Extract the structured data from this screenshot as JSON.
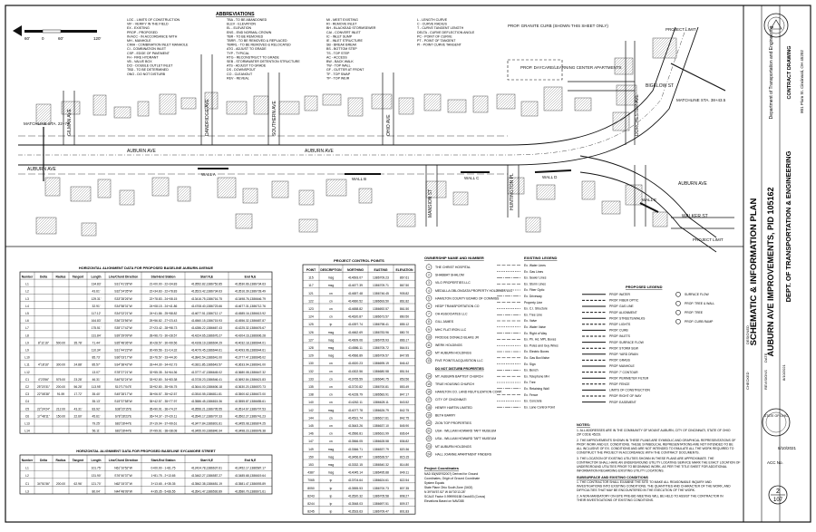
{
  "abbrev_title": "ABBREVIATIONS",
  "abbrev_cols": [
    [
      "LOC - LIMITS OF CONSTRUCTION",
      "VIF - VERIFY IN THE FIELD",
      "EX - EXISTING",
      "PROP - PROPOSED",
      "IN ACC - IN ACCORDANCE WITH",
      "MH - MANHOLE",
      "CIMH - COMBINATION INLET MANHOLE",
      "CI - COMBINATION INLET",
      "CSP - EDGE OF PAVEMENT",
      "FH - FIRE HYDRANT",
      "VB - VALVE BOX",
      "DCI - DOUBLE OUTLET INLET",
      "TBD - TO BE DETERMINED",
      "ONO - DO NOT DISTURB"
    ],
    [
      "TBA - TO BE ABANDONED",
      "ELEV - ELEVATION",
      "EL - ELEVATION",
      "ENS - END NORMAL CROWN",
      "TBR - TO BE REMOVED",
      "TBRR - TO BE REMOVED & REPLACED",
      "TBRRL - TO BE REMOVED & RELOCATED",
      "ATG - ADJUST TO GRADE",
      "TYP - TYPICAL",
      "RTG - RECONSTRUCT TO GRADE",
      "SEB - STORMWATER DETENTION STRUCTURE",
      "ATS - ADJUST TO GRADE",
      "DS - DOWNSPOUT",
      "CO - CLEANOUT",
      "REV - REVEAL"
    ],
    [
      "MI - MEET EXISTING",
      "RI - REMOVE INLET",
      "BH - BLACKEAD STORMSEWER",
      "CAI - CONVERT INLET",
      "IC - INLET SUMP",
      "IE - INLET STRUCTURE",
      "SB - BREAK BREAK",
      "BS - BOTTOM STEP",
      "TS - TOP STEP",
      "AC - ACCESS",
      "BW - BACK WALK",
      "TW - TOP WALL",
      "GF - GUTTER AT FRONT",
      "TF - TOP SWAP",
      "TP - TOP WEIR"
    ],
    [
      "L - LENGTH CURVE",
      "C - CURVE RADIUS",
      "T - CURVE TANGENT LENGTH",
      "DELTA - CURVE DEFLECTION ANGLE",
      "PC - POINT OF CURVE",
      "PT - POINT OF TANGENT",
      "PI - POINT CURVE TANGENT"
    ]
  ],
  "scale_labels": [
    "60'",
    "0",
    "60'",
    "120'"
  ],
  "plan_labels": {
    "granite_curb": "PROP. GRANITE CURB (SHOWN THIS SHEET ONLY)",
    "condo": "PROP. DAYCARE/LEARNING CENTER APARTMENTS",
    "auburn_main": "AUBURN AVE",
    "auburn_lower": "AUBURN AVE",
    "auburn_right": "AUBURN AVE",
    "auburn_left": "AUBURN AVE",
    "bigelow": "BIGELOW ST",
    "dorchester": "DORCHESTER AVE",
    "walker": "WALKER ST",
    "mansion": "MANSION ST",
    "huntington": "HUNTINGTON PL",
    "ohio": "OHIO AVE",
    "gilman": "GILMAN AVE",
    "dandridge": "DANDRIDGE AVE",
    "southern": "SOUTHERN AVE",
    "project_limit_top": "PROJECT LIMIT",
    "project_limit_bottom": "PROJECT LIMIT",
    "matchline_left": "MATCHLINE STA. 22+74",
    "matchline_right": "MATCHLINE STA. 38+43.5",
    "wall_b": "WALL B",
    "wall_c": "WALL C",
    "wall_d": "WALL D",
    "wall_e": "WALL E",
    "wall_a": "WALL A"
  },
  "side_title": {
    "title1": "SCHEMATIC & INFORMATION PLAN",
    "title2": "AUBURN AVE IMPROVEMENTS, PID 105162",
    "dept": "DEPT. OF TRANSPORTATION & ENGINEERING",
    "contract": "CONTRACT DRAWING",
    "dept_short": "Department of Transportation and Engineering",
    "address": "801 Plum St. Cincinnati, OH 45202",
    "date": "8/10/2021",
    "sheet_no": "2",
    "sheet_total": "107"
  },
  "align_auburn": {
    "title": "HORIZONTAL ALIGNMENT DATA FOR PROPOSED BASELINE AUBURN AVENUE",
    "headers": [
      "Number",
      "Delta",
      "Radius",
      "Tangent",
      "Length",
      "Line/Chord Direction",
      "Start-End Station",
      "Start N,E",
      "End N,E"
    ],
    "rows": [
      [
        "L1",
        "",
        "",
        "",
        "134.83'",
        "S31°41'28\"W",
        "21+00.00 - 22+34.83",
        "413552.82,1386752.85",
        "413530.66,1386734.63"
      ],
      [
        "L2",
        "",
        "",
        "",
        "43.61'",
        "S32°24'35\"W",
        "22+34.83 - 22+78.83",
        "413523.42,1386734.63",
        "413516.39,1386728.49"
      ],
      [
        "L3",
        "",
        "",
        "",
        "129.31'",
        "S33°28'26\"W",
        "22+78.83 - 24+08.15",
        "413416.75,1386716.75",
        "413498.76,1386646.79"
      ],
      [
        "L4",
        "",
        "",
        "",
        "32.91'",
        "S34°58'31\"W",
        "24+08.15 - 24+41.86",
        "414708.40,1386723.66",
        "414677.31,1386712.76"
      ],
      [
        "L5",
        "",
        "",
        "",
        "117.12'",
        "S34°02'21\"W",
        "24+41.86 - 25+58.82",
        "414677.51,1386712.17",
        "414585.16,1386613.92"
      ],
      [
        "L6",
        "",
        "",
        "",
        "164.83'",
        "S36°23'56\"W",
        "25+56.82 - 27+23.43",
        "414560.15,1386715.93",
        "414556.32,1386687.87"
      ],
      [
        "L7",
        "",
        "",
        "",
        "175.51'",
        "S35°17'42\"W",
        "27+23.42 - 28+98.73",
        "414286.22,1386667.43",
        "414225.32,1386676.67"
      ],
      [
        "L8",
        "",
        "",
        "",
        "131.84'",
        "S39°29'09\"W",
        "28+96.73 - 30+28.57",
        "414224.65,1386676.27",
        "414204.16,1386606.28"
      ],
      [
        "L9",
        "8°11'16\"",
        "500.00",
        "35.78'",
        "71.44'",
        "S35°48'36\"W",
        "30+28.57 - 30+99.56",
        "414108.19,1386604.29",
        "414032.18,1386644.01"
      ],
      [
        "L9",
        "",
        "",
        "",
        "110.34'",
        "S31°44'23\"W",
        "30+99.56 - 31+14.32",
        "414079.45,1386644.61",
        "414093.96,1386644.61"
      ],
      [
        "L10",
        "",
        "",
        "",
        "85.73'",
        "S36°03'17\"W",
        "32+76.57 - 33+44.30",
        "413842.54,1386641.00",
        "413777.47,1386645.02"
      ],
      [
        "L11",
        "4°18'16\"",
        "300.00",
        "24.88'",
        "85.57'",
        "S34°38'42\"W",
        "33+44.30 - 34+02.73",
        "413811.85,1386643.57",
        "413633.94,1386641.00"
      ],
      [
        "L12",
        "",
        "",
        "",
        "13.07'",
        "S78°27'21\"W",
        "32+55.35 - 34+64.36",
        "413777.47,1386645.02",
        "413680.08,1386647.32"
      ],
      [
        "C1",
        "4°23'56\"",
        "575.00",
        "23.28'",
        "46.31'",
        "S46°52'24\"W",
        "33+92.80 - 34+83.38",
        "413728.23,1386546.41",
        "413692.84,1386621.83"
      ],
      [
        "C2",
        "25°20'31\"",
        "200.00",
        "56.28'",
        "113.95'",
        "S10°17'04\"E",
        "33+92.80 - 35+06.75",
        "413644.00,1386606.18",
        "413630.20,1386570.73"
      ],
      [
        "C3",
        "22°08'38\"",
        "91.59",
        "17.72'",
        "35.40'",
        "S45°28'17\"W",
        "35+06.57 - 35+42.57",
        "413510.55,1386811.81",
        "413500.62,1386672.00"
      ],
      [
        "C4",
        "",
        "",
        "",
        "35.13'",
        "S15°37'58\"W",
        "35+42.57 - 35+77.97",
        "413586.45,1386815.36",
        "413555.87,1386655.61"
      ],
      [
        "C5",
        "22°24'24\"",
        "212.00",
        "43.31'",
        "83.92'",
        "S38°20'15\"E",
        "35+90.91 - 36+74.37",
        "413556.21,1386705.55",
        "413514.67,1386707.53"
      ],
      [
        "C6",
        "17°48'11\"",
        "150.00",
        "22.60'",
        "45.61'",
        "S78°28'23\"E",
        "36+74.37 - 37+20.11",
        "413540.17,1386707.33",
        "413502.27,1386741.23"
      ],
      [
        "L13",
        "",
        "",
        "",
        "79.25'",
        "S83°28'44\"E",
        "37+19.04 - 37+99.61",
        "413477.84,1386801.81",
        "413455.08,1386874.25"
      ],
      [
        "L14",
        "",
        "",
        "",
        "56.11'",
        "S83°28'44\"E",
        "37+99.61 - 38+38.08",
        "413455.00,1386840.34",
        "413498.23,1386678.38"
      ]
    ]
  },
  "align_sycamore": {
    "title": "HORIZONTAL ALIGNMENT DATA FOR PROPOSED BASELINE SYCAMORE STREET",
    "headers": [
      "Number",
      "Delta",
      "Radius",
      "Tangent",
      "Length",
      "Line/Chord Direction",
      "Start-End Station",
      "Start N,E",
      "End N,E"
    ],
    "rows": [
      [
        "L1",
        "",
        "",
        "",
        "101.75'",
        "N61°10'52\"W",
        "0+00.00 - 1+81.75",
        "412424.78,1386637.61",
        "412452.17,1386587.17"
      ],
      [
        "L2",
        "",
        "",
        "",
        "131.90'",
        "S76°40'37\"W",
        "1+81.75 - 2+13.65",
        "413462.27,1386587.27",
        "413485.68,1386619.64"
      ],
      [
        "C1",
        "34°51'56\"",
        "200.00",
        "62.96'",
        "121.70'",
        "N62°15'37\"W",
        "3+13.65 - 4+35.35",
        "413562.38,1386651.19",
        "413581.47,1386593.89"
      ],
      [
        "L3",
        "",
        "",
        "",
        "80.04'",
        "N44°48'09\"W",
        "4+35.35 - 5+66.55",
        "413541.47,1386592.89",
        "413580.70,1386671.61"
      ]
    ]
  },
  "control": {
    "title": "PROJECT CONTROL POINTS",
    "headers": [
      "POINT",
      "DESCRIPTION",
      "NORTHING",
      "EASTING",
      "ELEVATION"
    ],
    "rows": [
      [
        "115",
        "msg",
        "414693.07",
        "1386709.23",
        "867.61"
      ],
      [
        "117",
        "msg",
        "414677.39",
        "1386709.71",
        "867.50"
      ],
      [
        "121",
        "cn",
        "414657.48",
        "1386746.45",
        "905.82"
      ],
      [
        "122",
        "cn",
        "414660.52",
        "1386693.50",
        "861.82"
      ],
      [
        "123",
        "cn",
        "414658.82",
        "1386692.57",
        "861.50"
      ],
      [
        "124",
        "cn",
        "414620.87",
        "1386673.57",
        "860.50"
      ],
      [
        "125",
        "ip",
        "414397.74",
        "1386798.41",
        "855.12"
      ],
      [
        "126",
        "msg",
        "414662.69",
        "1386783.96",
        "880.70"
      ],
      [
        "127",
        "msg",
        "414609.06",
        "1386705.93",
        "866.17"
      ],
      [
        "128",
        "msg",
        "414586.11",
        "1386705.72",
        "864.51"
      ],
      [
        "129",
        "msg",
        "414566.89",
        "1386709.57",
        "847.95"
      ],
      [
        "130",
        "cn",
        "414520.23",
        "1386695.19",
        "846.42"
      ],
      [
        "132",
        "cn",
        "414302.56",
        "1386680.58",
        "851.54"
      ],
      [
        "133",
        "cn",
        "413765.59",
        "1386640.75",
        "853.56"
      ],
      [
        "135",
        "cn",
        "413720.82",
        "1386700.81",
        "853.49"
      ],
      [
        "138",
        "cn",
        "414228.79",
        "1386583.91",
        "847.17"
      ],
      [
        "140",
        "cn",
        "414262.11",
        "1386628.11",
        "843.52"
      ],
      [
        "142",
        "msg",
        "414077.78",
        "1386626.79",
        "842.75"
      ],
      [
        "144",
        "cn",
        "414531.74",
        "1386617.61",
        "842.75"
      ],
      [
        "145",
        "cn",
        "413643.26",
        "1386637.10",
        "845.90"
      ],
      [
        "146",
        "cn",
        "413566.81",
        "1386631.99",
        "836.64"
      ],
      [
        "147",
        "cn",
        "413566.05",
        "1386628.58",
        "836.82"
      ],
      [
        "149",
        "msg",
        "413366.71",
        "1386537.79",
        "820.36"
      ],
      [
        "150",
        "msg",
        "413456.87",
        "1386528.57",
        "815.15"
      ],
      [
        "153",
        "msg",
        "413332.15",
        "1386540.32",
        "814.80"
      ],
      [
        "4387",
        "msg",
        "414045.14",
        "1386495.88",
        "849.11"
      ],
      [
        "7065",
        "ip",
        "413704.64",
        "1386624.61",
        "822.54"
      ],
      [
        "8050",
        "ip",
        "413555.53",
        "1386700.73",
        "807.35"
      ],
      [
        "8243",
        "ip",
        "413520.32",
        "1386705.58",
        "808.27"
      ],
      [
        "8244",
        "ip",
        "413548.03",
        "1386697.51",
        "809.37"
      ],
      [
        "8245",
        "ip",
        "413533.63",
        "1386709.47",
        "801.83"
      ]
    ]
  },
  "ownership": {
    "title": "OWNERSHIP NAME AND NUMBER",
    "items": [
      [
        "1",
        "THE CHRIST HOSPITAL"
      ],
      [
        "2",
        "SHABBAT SHALOM"
      ],
      [
        "3",
        "VILO PROPERTIES LLC"
      ],
      [
        "4",
        "MEDULLA OBLONGATA PROPERTY HOLDINGS LLC"
      ],
      [
        "5",
        "HAMILTON COUNTY BOARD OF COMMISS"
      ],
      [
        "6",
        "HEDP TRANSPORTATION CO"
      ],
      [
        "7",
        "OH ASSOCIATES LLC"
      ],
      [
        "8",
        "GILL JAMES"
      ],
      [
        "9",
        "MHC FLAT IRON LLC"
      ],
      [
        "10",
        "FRODGE DONALD BLAKE JR"
      ],
      [
        "11",
        "WERK HOLDINGS"
      ],
      [
        "12",
        "MT AUBURN HOLDINGS"
      ],
      [
        "13",
        "FIVE POINTS ACQUISITION LLC"
      ],
      [
        "",
        "DO NOT DISTURB PROPERTIES"
      ],
      [
        "14",
        "MT. AUBURN BAPTIST CHURCH"
      ],
      [
        "15",
        "TRUE HOUSING CHURCH"
      ],
      [
        "16",
        "HAMILTON CO. LAND REUTILIZATION CORP."
      ],
      [
        "17",
        "CITY OF CINCINNATI"
      ],
      [
        "18",
        "HENRY HARTIN LIMITED"
      ],
      [
        "19",
        "BETH BARRY"
      ],
      [
        "20",
        "ZION TOP PROPERTIES"
      ],
      [
        "21",
        "USA - WILLIAM HOWARD TAFT MUSEUM"
      ],
      [
        "22",
        "USA - WILLIAM HOWARD TAFT MUSEUM"
      ],
      [
        "23",
        "MT AUBURN HOLDINGS"
      ],
      [
        "24",
        "HALL JOANNE APARTMENT FINDERS"
      ]
    ],
    "coord_title": "Project Coordinates",
    "coord_lines": [
      "NAD 83(NSRS2007) Derived for Ground",
      "Coordinates, Origin of Ground Coordinate",
      "System Equals",
      "State Plane Ohio South Zone (3402)",
      "N 39°06'57.52\" W 84°30'13.28\"",
      "SCALE Factor 0.999990158 Geoid03 (Conus)",
      "Elevations Based on NAVD88"
    ]
  },
  "existing_legend": {
    "title": "EXISTING LEGEND",
    "items": [
      "Ex. Water Lines",
      "Ex. Gas Lines",
      "Ex. Sewer Lines",
      "Ex. Storm Lines",
      "Ex. Fiber Optic",
      "Ex. Driveway",
      "Property Line",
      "Ex. C.I. Structure",
      "Ex. Tree Line",
      "Ex. Valve",
      "Ex. Water Valve",
      "Ex. Right of Way",
      "Ex. Ph. Hd. MPL Boxes",
      "Ex. Poles and Guy Wires",
      "Ex. Electric Boxes",
      "Ex. Gas Box/Valve",
      "Ex. Sign",
      "Ex. Bench",
      "Ex. Telephone MH",
      "Ex. Tree",
      "Ex. Retaining Wall",
      "Ex. Fence",
      "Ex. Concrete",
      "Ex. Lane Control Point"
    ]
  },
  "proposed_legend": {
    "title": "PROPOSED LEGEND",
    "items": [
      "PROP. WATER",
      "PROP. FIBER OPTIC",
      "PROP. GAS LINE",
      "PROP. ALIGNMENT",
      "PROP. STREETS/WALKS",
      "PROP. LIGHTS",
      "PROP. CURB",
      "PROP. INLETS",
      "PROP. SURFACE FLOW",
      "PROP. STORM SEW",
      "PROP. YARD DRAIN",
      "PROP. GRASS",
      "PROP. MANHOLE",
      "PROP. 7' CONTOUR",
      "PROP. PERIMETER FILTER",
      "PROP. FENCE",
      "LIMITS OF CONSTRUCTION",
      "PROP. RIGHT OF WAY",
      "PROP. EASEMENT"
    ],
    "right_items": [
      "SURFACE FLOW",
      "PROP. TREE & WALL",
      "PROP. TREE",
      "PROP. CURB RAMP"
    ]
  },
  "notes": {
    "title": "NOTES:",
    "items": [
      "1. ALL ADDRESSES ARE IN THE COMMUNITY OF MOUNT AUBURN, CITY OF CINCINNATI, STATE OF OHIO ZIP CODE 45219.",
      "2. THE IMPROVEMENTS SHOWN IN THESE PLANS ARE SYMBOLIC AND GRAPHICAL REPRESENTATIONS OF PROP. WORK AND EX. CONDITIONS. THESE SYMBOLICAL REPRESENTATIONS ARE NOT INTENDED TO BE ALL INCLUSIVE OF EX. CONDITIONS AND ARE NOT INTENDED TO EMULATE ALL THE WORK REQUIRED TO CONSTRUCT THE PROJECT IN ACCORDANCE WITH THE CONTRACT DOCUMENTS.",
      "3. THE LOCATION OF EXISTING UTILITIES SHOWN IN THESE PLANS ARE APPROXIMATE. THE CONTRACTOR SHALL HAVE AN UNDERGROUND UTILITY LOCATING SERVICE MARK THE EXACT LOCATION OF UNDERGROUND UTILITIES PRIOR TO BEGINNING WORK, AS PER THE TITLE SHEET FOR ADDITIONAL INFORMATION REGARDING EXISTING UTILITY LOCATIONS."
    ],
    "sub_title": "SUBSURFACE AND EXISTING CONDITIONS",
    "sub_items": [
      "1. THE CONTRACTOR SHALL EXAMINE THE SITE TO MAKE ALL REASONABLE INQUIRY AND INVESTIGATIONS INTO EXISTING CONDITIONS. THE QUANTITIES AND CHARACTER OF THE WORK, AND DIFFICULTIES THAT MAY BE ENCOUNTERED IN THE EXECUTION OF THE WORK.",
      "2. A NON-MANDATORY ON-SITE PRE-BID MEETING WILL BE HELD TO ASSIST THE CONTRACTOR IN THEIR INVESTIGATIONS OF EXISTING CONDITIONS."
    ]
  },
  "revision_block": {
    "designed": "DESIGNED",
    "checked": "CHECKED",
    "labels": [
      "DATE",
      "REVISIONS"
    ],
    "seal_text": "STATE OF OHIO",
    "seal_date": "8/10/2021",
    "acc": "ACC No."
  },
  "colors": {
    "ink": "#111111",
    "light": "#9a9a9a",
    "hatch": "#bdbdbd"
  }
}
